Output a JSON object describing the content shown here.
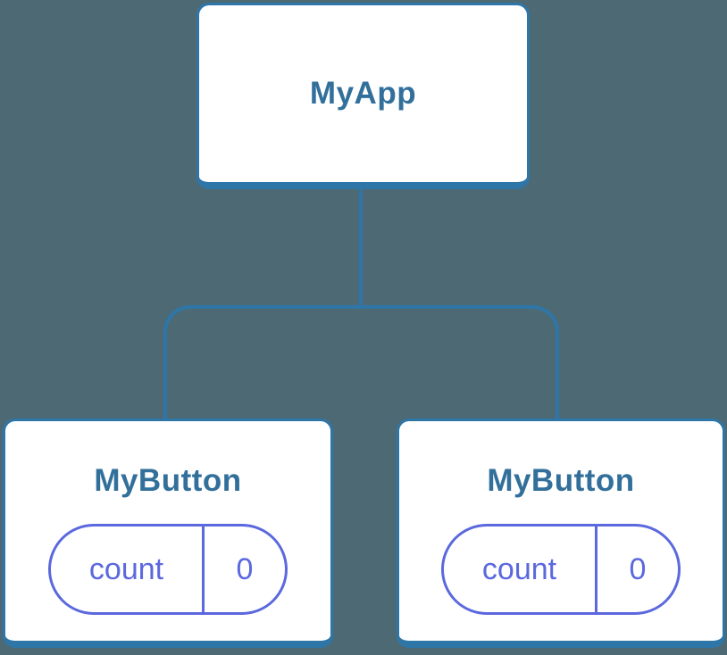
{
  "diagram": {
    "type": "component-tree",
    "colors": {
      "background": "#4d6a74",
      "connector_blue": "#2e76a8",
      "card_background": "#ffffff",
      "title_text_blue": "#32709b",
      "state_purple": "#5b68de"
    },
    "root": {
      "label": "MyApp"
    },
    "children": [
      {
        "label": "MyButton",
        "state": {
          "name": "count",
          "value": "0"
        }
      },
      {
        "label": "MyButton",
        "state": {
          "name": "count",
          "value": "0"
        }
      }
    ]
  }
}
